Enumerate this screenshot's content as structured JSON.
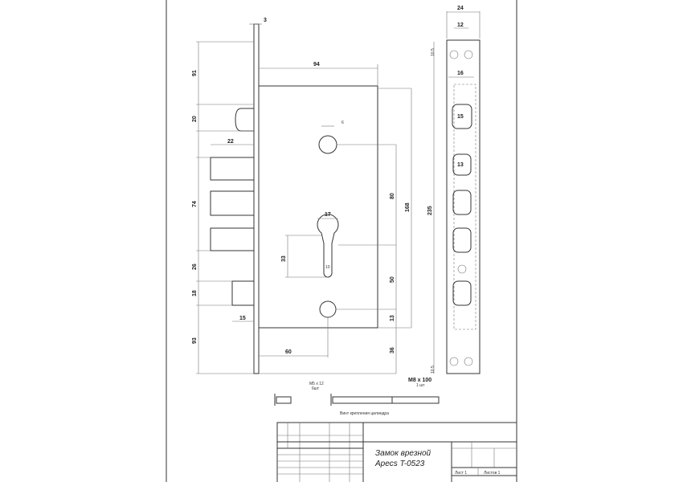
{
  "dims": {
    "plate_thickness": "3",
    "body_width": "94",
    "top_offset": "91",
    "latch_height": "20",
    "bolt_length": "22",
    "bolt_span": "74",
    "bolt_gap": "26",
    "small_bolt": "18",
    "small_bolt_len": "15",
    "bottom_offset": "93",
    "backset": "60",
    "cyl_to_bottom": "36",
    "hole_offset": "13",
    "cyl_to_hole": "50",
    "hole_to_cyl": "80",
    "body_height": "168",
    "strike_length": "235",
    "keyhole_width": "17",
    "keyhole_height": "33",
    "keyhole_slot": "10",
    "spindle_hole": "6",
    "strike_width": "24",
    "strike_holes": "12",
    "strike_inner": "16",
    "slot_a": "15",
    "slot_b": "13",
    "edge_top": "10.5",
    "edge_bottom": "10.5"
  },
  "screws": {
    "short_label": "M5 x 12",
    "short_qty": "6шт",
    "long_label": "M8 x 100",
    "long_qty": "1 шт",
    "caption": "Винт крепления цилиндра"
  },
  "title_block": {
    "title_line1": "Замок врезной",
    "title_line2": "Apecs T-0523",
    "sheet": "Лист 1",
    "sheets": "Листов 1"
  }
}
